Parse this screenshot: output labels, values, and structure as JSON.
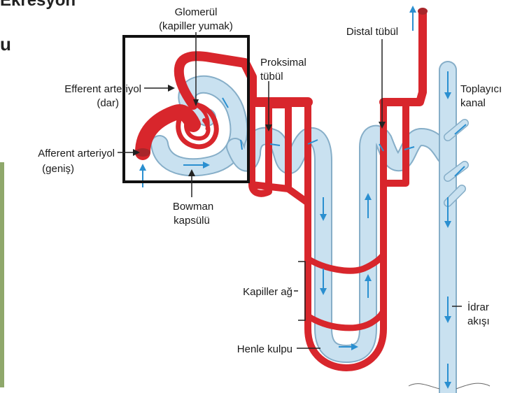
{
  "header": {
    "title_fragment_1": "Ekresyon",
    "title_fragment_2": "u"
  },
  "labels": {
    "glomerul_line1": "Glomerül",
    "glomerul_line2": "(kapiller yumak)",
    "efferent_line1": "Efferent arteriyol",
    "efferent_line2": "(dar)",
    "afferent_line1": "Afferent arteriyol",
    "afferent_line2": "(geniş)",
    "bowman_line1": "Bowman",
    "bowman_line2": "kapsülü",
    "proksimal_line1": "Proksimal",
    "proksimal_line2": "tübül",
    "distal": "Distal tübül",
    "toplayici_line1": "Toplayıcı",
    "toplayici_line2": "kanal",
    "kapiller_ag": "Kapiller ağ",
    "henle": "Henle kulpu",
    "idrar_line1": "İdrar",
    "idrar_line2": "akışı"
  },
  "colors": {
    "blood_vessel": "#d8262c",
    "tubule": "#c9e1f0",
    "flow_arrow": "#2a8fd0",
    "side_bar": "#8fa86b"
  }
}
